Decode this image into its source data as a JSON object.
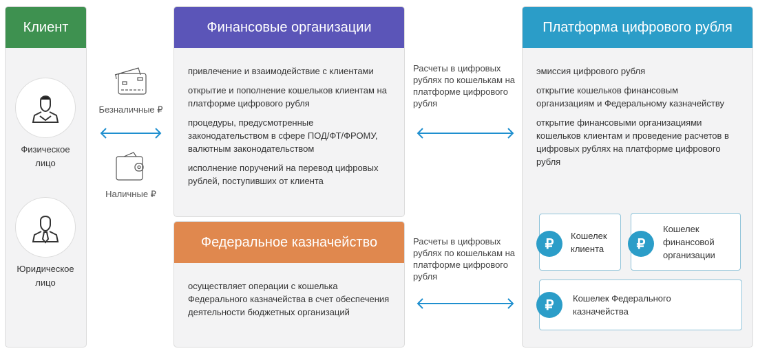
{
  "client": {
    "title": "Клиент",
    "individual": "Физическое лицо",
    "legal": "Юридическое лицо"
  },
  "payments": {
    "cashless": "Безналичные ₽",
    "cash": "Наличные ₽"
  },
  "fin_org": {
    "title": "Финансовые организации",
    "items": [
      "привлечение и взаимодействие с клиентами",
      "открытие и пополнение кошельков клиентам на платформе цифрового рубля",
      "процедуры, предусмотренные законодательством в сфере ПОД/ФТ/ФРОМУ, валютным законодательством",
      "исполнение поручений на перевод цифровых рублей, поступивших от клиента"
    ]
  },
  "treasury": {
    "title": "Федеральное казначейство",
    "items": [
      "осуществляет операции с кошелька Федерального казначейства в счет обеспечения деятельности бюджетных организаций"
    ]
  },
  "settlement_top": "Расчеты в цифровых рублях по кошелькам на платформе цифрового рубля",
  "settlement_bottom": "Расчеты в цифровых рублях по кошелькам на платформе цифрового рубля",
  "platform": {
    "title": "Платформа цифрового рубля",
    "items": [
      "эмиссия цифрового рубля",
      "открытие кошельков финансовым организациям и Федеральному казначейству",
      "открытие финансовыми организациями кошельков клиентам и проведение расчетов в цифровых рублях на платформе цифрового рубля"
    ],
    "wallets": {
      "client": "Кошелек клиента",
      "fin_org": "Кошелек финансовой организации",
      "treasury": "Кошелек Федерального казначейства"
    },
    "rub_symbol": "₽"
  },
  "colors": {
    "client": "#3e9150",
    "fin_org": "#5b55b8",
    "treasury": "#e0884e",
    "platform": "#2b9dc8",
    "arrow": "#1f8fcf"
  }
}
